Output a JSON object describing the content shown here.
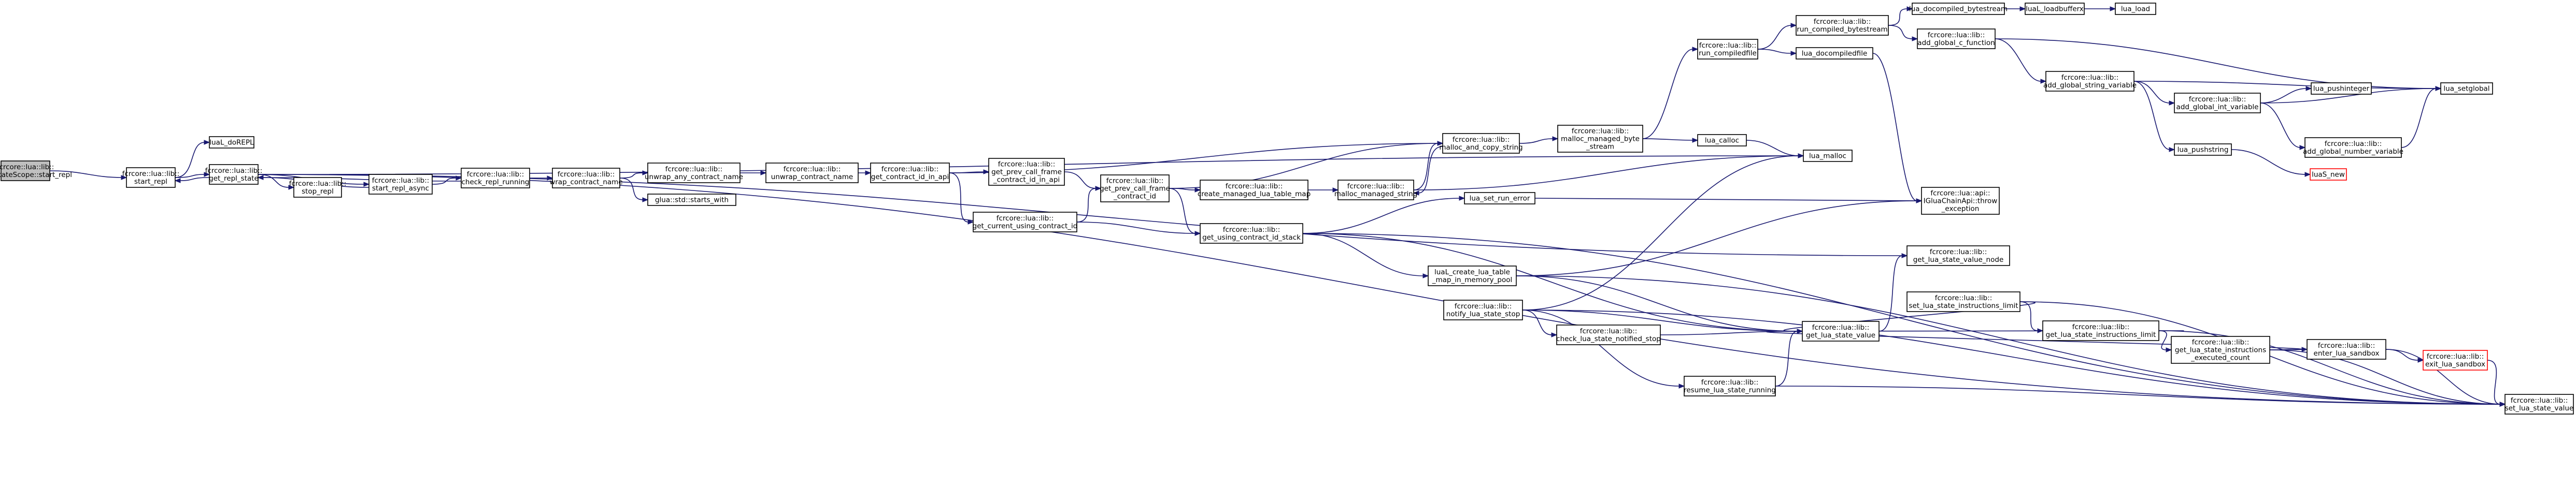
{
  "colors": {
    "edge": "#191970",
    "root_fill": "#bfbfbf",
    "red_border": "#ff0000"
  },
  "nodes": {
    "start_repl_root": {
      "lines": [
        "fcrcore::lua::lib::",
        "UvalStateScope::start_repl"
      ]
    },
    "start_repl": {
      "lines": [
        "fcrcore::lua::lib::",
        "start_repl"
      ]
    },
    "luaL_dofile": {
      "lines": [
        "luaL_doREPL"
      ]
    },
    "get_repl_state": {
      "lines": [
        "fcrcore::lua::lib::",
        "get_repl_state"
      ]
    },
    "stop_repl": {
      "lines": [
        "fcrcore::lua::lib::",
        "stop_repl"
      ]
    },
    "start_repl_async": {
      "lines": [
        "fcrcore::lua::lib::",
        "start_repl_async"
      ]
    },
    "check_repl_running": {
      "lines": [
        "fcrcore::lua::lib::",
        "check_repl_running"
      ]
    },
    "wrap_contract_name": {
      "lines": [
        "fcrcore::lua::lib::",
        "wrap_contract_name"
      ]
    },
    "unwrap_any_contract_name": {
      "lines": [
        "fcrcore::lua::lib::",
        "unwrap_any_contract_name"
      ]
    },
    "starts_with": {
      "lines": [
        "glua::std::starts_with"
      ]
    },
    "unwrap_contract_name": {
      "lines": [
        "fcrcore::lua::lib::",
        "unwrap_contract_name"
      ]
    },
    "get_contract_id_in_api": {
      "lines": [
        "fcrcore::lua::lib::",
        "get_contract_id_in_api"
      ]
    },
    "get_current_using_contract_id": {
      "lines": [
        "fcrcore::lua::lib::",
        "get_current_using_contract_id"
      ]
    },
    "get_prev_call_frame_contract_id_in_api": {
      "lines": [
        "fcrcore::lua::lib::",
        "get_prev_call_frame",
        "_contract_id_in_api"
      ]
    },
    "get_prev_call_frame_contract_id": {
      "lines": [
        "fcrcore::lua::lib::",
        "get_prev_call_frame",
        "_contract_id"
      ]
    },
    "get_using_contract_id_stack": {
      "lines": [
        "fcrcore::lua::lib::",
        "get_using_contract_id_stack"
      ]
    },
    "create_managed_lua_table_map": {
      "lines": [
        "fcrcore::lua::lib::",
        "create_managed_lua_table_map"
      ]
    },
    "malloc_managed_string": {
      "lines": [
        "fcrcore::lua::lib::",
        "malloc_managed_string"
      ]
    },
    "malloc_and_copy_string": {
      "lines": [
        "fcrcore::lua::lib::",
        "malloc_and_copy_string"
      ]
    },
    "malloc_managed_byte_stream": {
      "lines": [
        "fcrcore::lua::lib::",
        "malloc_managed_byte",
        "_stream"
      ]
    },
    "lua_calloc": {
      "lines": [
        "lua_calloc"
      ]
    },
    "lua_malloc": {
      "lines": [
        "lua_malloc"
      ]
    },
    "run_compiledfile": {
      "lines": [
        "fcrcore::lua::lib::",
        "run_compiledfile"
      ]
    },
    "run_compiled_bytestream": {
      "lines": [
        "fcrcore::lua::lib::",
        "run_compiled_bytestream"
      ]
    },
    "lua_docompiled_bytestream": {
      "lines": [
        "lua_docompiled_bytestream"
      ]
    },
    "luaL_loadbufferx": {
      "lines": [
        "luaL_loadbufferx"
      ]
    },
    "lua_load": {
      "lines": [
        "lua_load"
      ]
    },
    "lua_docompiledfile": {
      "lines": [
        "lua_docompiledfile"
      ]
    },
    "add_global_c_function": {
      "lines": [
        "fcrcore::lua::lib::",
        "add_global_c_function"
      ]
    },
    "add_global_string_variable": {
      "lines": [
        "fcrcore::lua::lib::",
        "add_global_string_variable"
      ]
    },
    "lua_setglobal": {
      "lines": [
        "lua_setglobal"
      ]
    },
    "lua_pushinteger": {
      "lines": [
        "lua_pushinteger"
      ]
    },
    "add_global_int_variable": {
      "lines": [
        "fcrcore::lua::lib::",
        "add_global_int_variable"
      ]
    },
    "add_global_number_variable": {
      "lines": [
        "fcrcore::lua::lib::",
        "add_global_number_variable"
      ]
    },
    "lua_pushstring": {
      "lines": [
        "lua_pushstring"
      ]
    },
    "luaS_new": {
      "lines": [
        "luaS_new"
      ]
    },
    "throw_exception": {
      "lines": [
        "fcrcore::lua::api::",
        "IGluaChainApi::throw",
        "_exception"
      ]
    },
    "get_lua_state_value_node": {
      "lines": [
        "fcrcore::lua::lib::",
        "get_lua_state_value_node"
      ]
    },
    "lua_set_run_error": {
      "lines": [
        "lua_set_run_error"
      ]
    },
    "luaL_create_lua_table_map_in_memory_pool": {
      "lines": [
        "luaL_create_lua_table",
        "_map_in_memory_pool"
      ]
    },
    "notify_lua_state_stop": {
      "lines": [
        "fcrcore::lua::lib::",
        "notify_lua_state_stop"
      ]
    },
    "check_lua_state_notified_stop": {
      "lines": [
        "fcrcore::lua::lib::",
        "check_lua_state_notified_stop"
      ]
    },
    "resume_lua_state_running": {
      "lines": [
        "fcrcore::lua::lib::",
        "resume_lua_state_running"
      ]
    },
    "get_lua_state_value": {
      "lines": [
        "fcrcore::lua::lib::",
        "get_lua_state_value"
      ]
    },
    "set_lua_state_instructions_limit": {
      "lines": [
        "fcrcore::lua::lib::",
        "set_lua_state_instructions_limit"
      ]
    },
    "get_lua_state_instructions_limit": {
      "lines": [
        "fcrcore::lua::lib::",
        "get_lua_state_instructions_limit"
      ]
    },
    "get_lua_state_instructions_executed_count": {
      "lines": [
        "fcrcore::lua::lib::",
        "get_lua_state_instructions",
        "_executed_count"
      ]
    },
    "enter_lua_sandbox": {
      "lines": [
        "fcrcore::lua::lib::",
        "enter_lua_sandbox"
      ]
    },
    "exit_lua_sandbox": {
      "lines": [
        "fcrcore::lua::lib::",
        "exit_lua_sandbox"
      ]
    },
    "set_lua_state_value": {
      "lines": [
        "fcrcore::lua::lib::",
        "set_lua_state_value"
      ]
    }
  }
}
